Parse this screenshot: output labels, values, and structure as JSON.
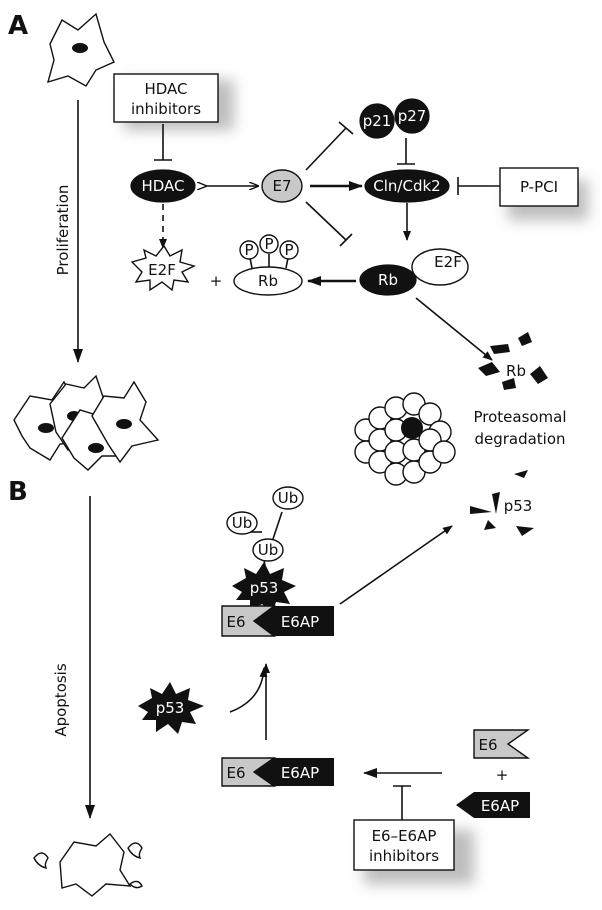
{
  "panels": {
    "a": "A",
    "b": "B"
  },
  "proliferation": "Proliferation",
  "apoptosis": "Apoptosis",
  "hdac_inhibitors": [
    "HDAC",
    "inhibitors"
  ],
  "hdac": "HDAC",
  "e7": "E7",
  "p21": "p21",
  "p27": "p27",
  "cln_cdk2": "Cln/Cdk2",
  "p_pci": "P-PCI",
  "rb": "Rb",
  "e2f": "E2F",
  "phospho": "P",
  "plus": "+",
  "proteasomal": [
    "Proteasomal",
    "degradation"
  ],
  "p53": "p53",
  "ub": "Ub",
  "e6": "E6",
  "e6ap": "E6AP",
  "e6_e6ap_inhibitors": [
    "E6–E6AP",
    "inhibitors"
  ],
  "colors": {
    "black": "#111111",
    "grey": "#c8c8c8",
    "shadow": "#bdbdbd"
  }
}
